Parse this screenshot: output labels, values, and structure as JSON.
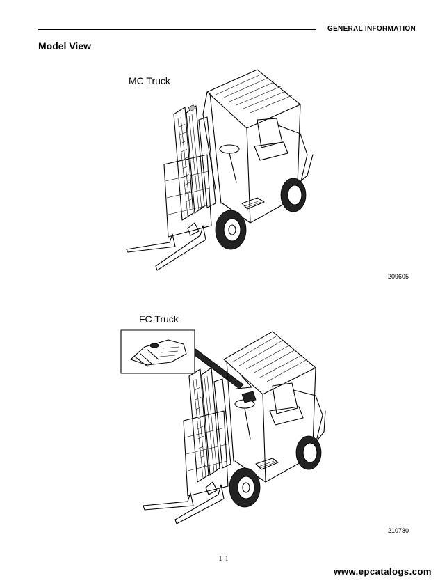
{
  "header": {
    "section": "GENERAL INFORMATION"
  },
  "title": "Model View",
  "figures": [
    {
      "label": "MC Truck",
      "code": "209605"
    },
    {
      "label": "FC Truck",
      "code": "210780"
    }
  ],
  "footer": {
    "page": "1-1",
    "watermark": "www.epcatalogs.com"
  }
}
